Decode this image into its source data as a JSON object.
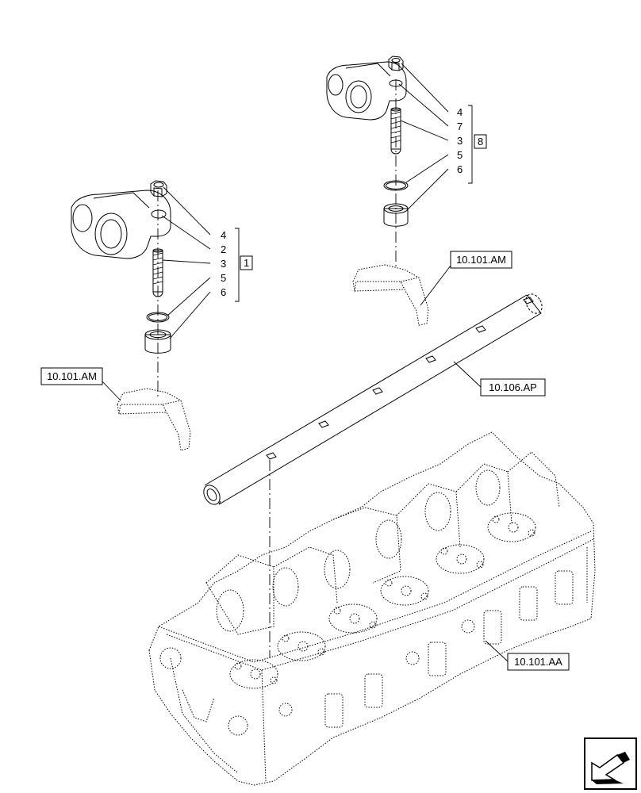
{
  "assembly_upper": {
    "group_number": "8",
    "callouts": [
      "4",
      "7",
      "3",
      "5",
      "6"
    ]
  },
  "assembly_lower": {
    "group_number": "1",
    "callouts": [
      "4",
      "2",
      "3",
      "5",
      "6"
    ]
  },
  "references": {
    "bracket_upper": "10.101.AM",
    "bracket_lower": "10.101.AM",
    "rocker_shaft": "10.106.AP",
    "cylinder_head": "10.101.AA"
  },
  "nav_icon": "next-page-arrow-icon"
}
